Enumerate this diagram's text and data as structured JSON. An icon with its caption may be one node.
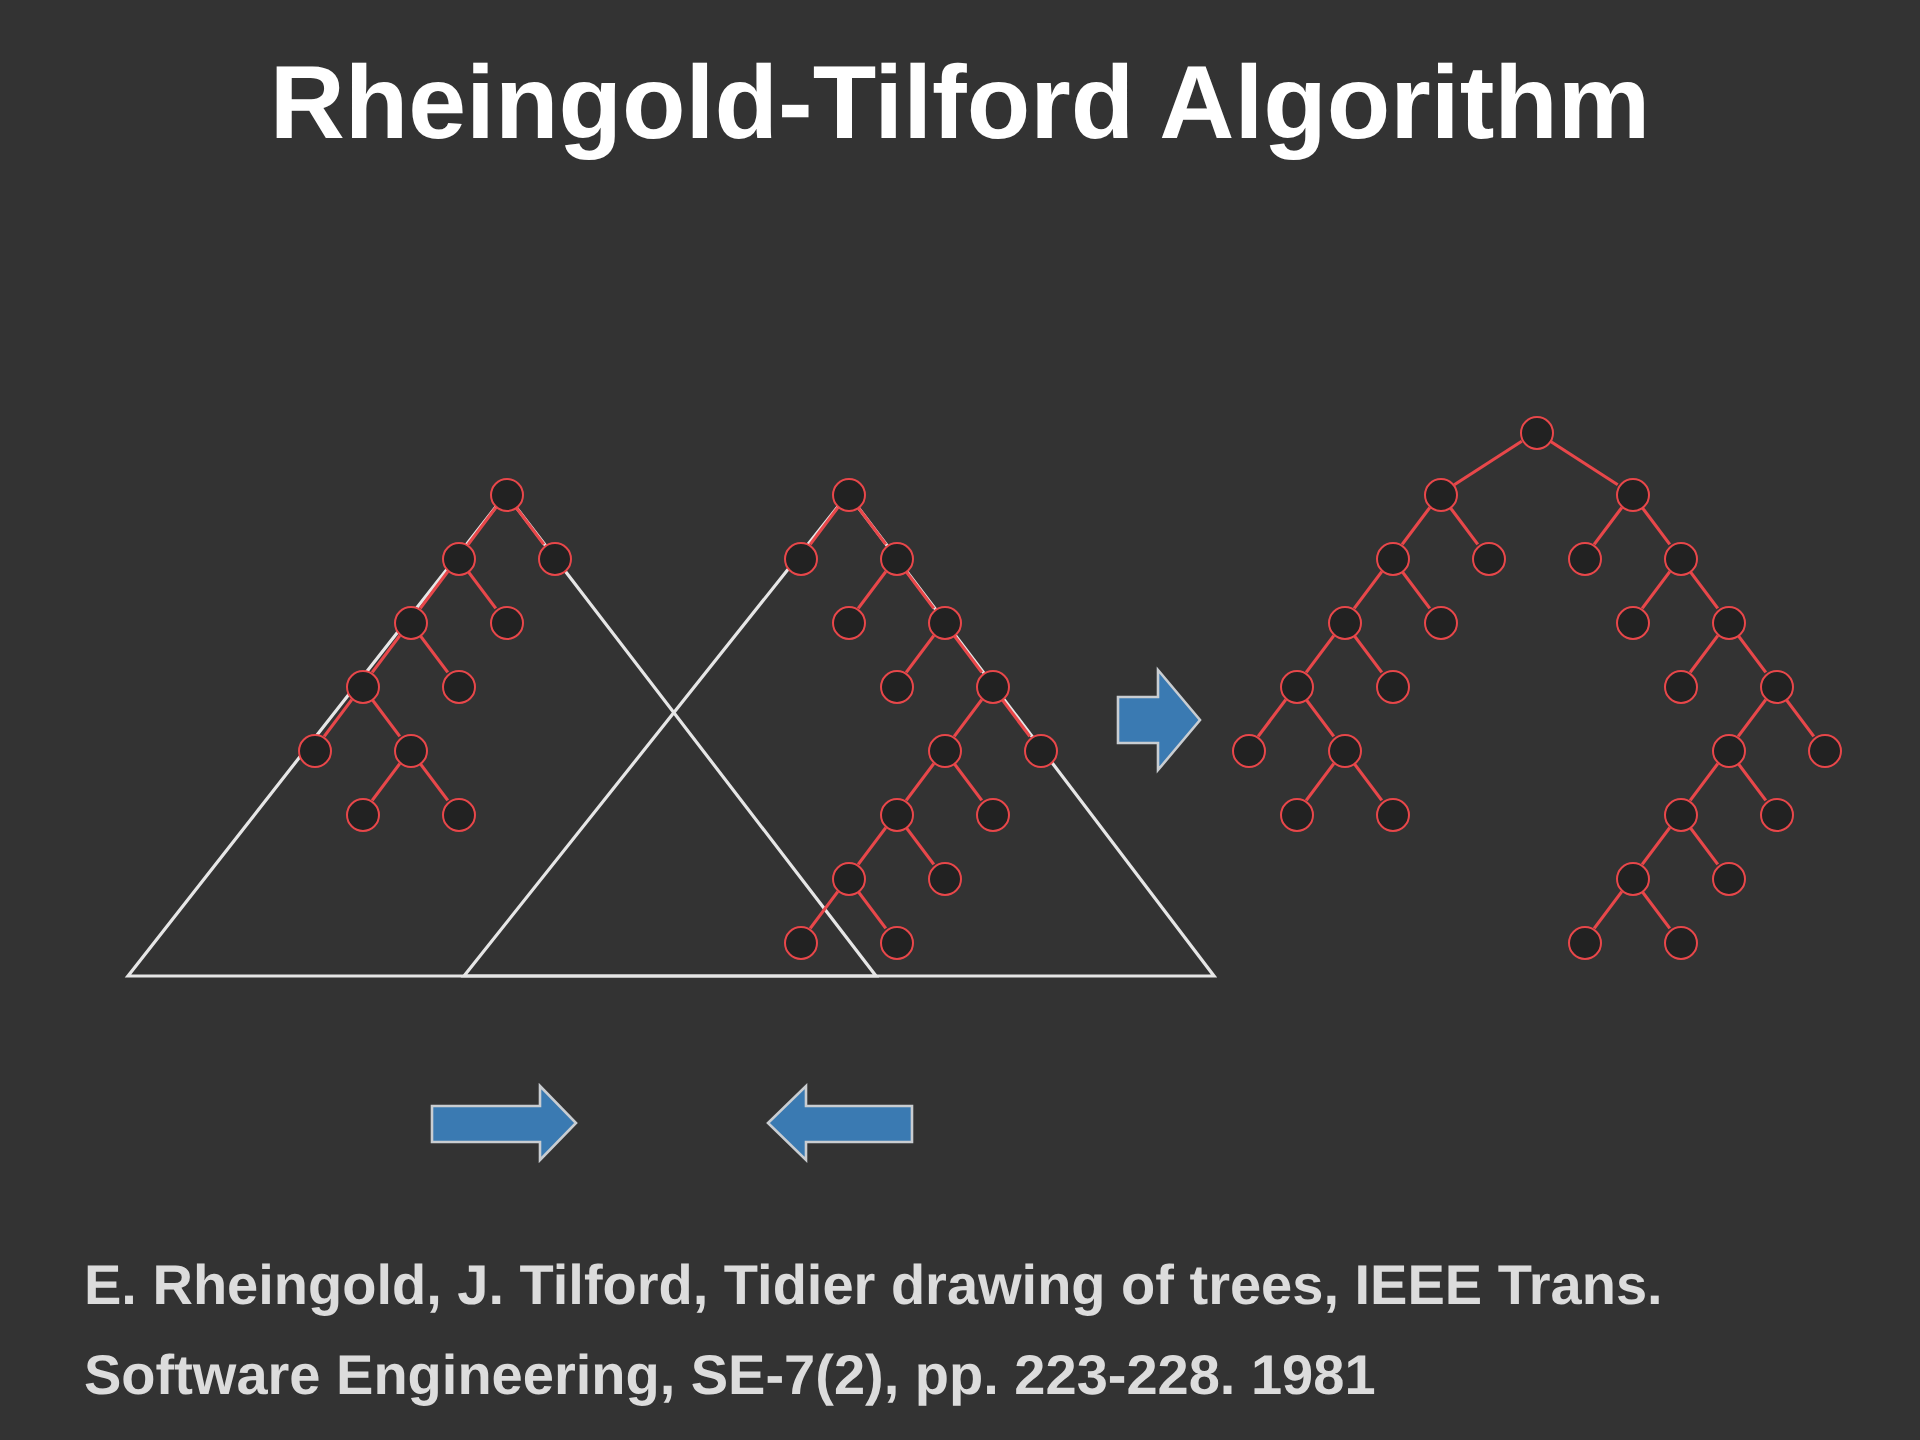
{
  "diagram": {
    "title": "Rheingold-Tilford Algorithm",
    "caption": "E. Rheingold, J. Tilford, Tidier drawing of trees, IEEE Trans. Software Engineering, SE-7(2), pp. 223-228. 1981",
    "nodes": [
      {
        "text": [],
        "shape": "circle"
      },
      {
        "text": [],
        "shape": "circle"
      },
      {
        "text": [],
        "shape": "circle"
      },
      {
        "text": [],
        "shape": "circle"
      },
      {
        "text": [],
        "shape": "circle"
      },
      {
        "text": [],
        "shape": "circle"
      },
      {
        "text": [],
        "shape": "circle"
      },
      {
        "text": [],
        "shape": "circle"
      },
      {
        "text": [],
        "shape": "circle"
      },
      {
        "text": [],
        "shape": "circle"
      },
      {
        "text": [],
        "shape": "circle"
      },
      {
        "text": [],
        "shape": "circle"
      },
      {
        "text": [],
        "shape": "circle"
      },
      {
        "text": [],
        "shape": "circle"
      },
      {
        "text": [],
        "shape": "circle"
      },
      {
        "text": [],
        "shape": "circle"
      },
      {
        "text": [],
        "shape": "circle"
      },
      {
        "text": [],
        "shape": "circle"
      },
      {
        "text": [],
        "shape": "circle"
      },
      {
        "text": [],
        "shape": "circle"
      },
      {
        "text": [],
        "shape": "circle"
      },
      {
        "text": [],
        "shape": "circle"
      },
      {
        "text": [],
        "shape": "circle"
      },
      {
        "text": [],
        "shape": "circle"
      },
      {
        "text": [],
        "shape": "circle"
      },
      {
        "text": [],
        "shape": "circle"
      },
      {
        "text": [],
        "shape": "circle"
      },
      {
        "text": [],
        "shape": "circle"
      },
      {
        "text": [],
        "shape": "circle"
      },
      {
        "text": [],
        "shape": "circle"
      },
      {
        "text": [],
        "shape": "circle"
      },
      {
        "text": [],
        "shape": "circle"
      },
      {
        "text": [],
        "shape": "circle"
      },
      {
        "text": [],
        "shape": "circle"
      },
      {
        "text": [],
        "shape": "circle"
      },
      {
        "text": [],
        "shape": "circle"
      },
      {
        "text": [],
        "shape": "circle"
      },
      {
        "text": [],
        "shape": "circle"
      },
      {
        "text": [],
        "shape": "circle"
      },
      {
        "text": [],
        "shape": "circle"
      },
      {
        "text": [],
        "shape": "circle"
      },
      {
        "text": [],
        "shape": "circle"
      },
      {
        "text": [],
        "shape": "circle"
      },
      {
        "text": [],
        "shape": "circle"
      },
      {
        "text": [],
        "shape": "circle"
      },
      {
        "text": [],
        "shape": "circle"
      },
      {
        "text": [],
        "shape": "circle"
      },
      {
        "text": [],
        "shape": "circle"
      },
      {
        "text": [],
        "shape": "circle"
      },
      {
        "text": [],
        "shape": "circle"
      },
      {
        "text": [],
        "shape": "circle"
      },
      {
        "text": [],
        "shape": "circle"
      },
      {
        "text": [],
        "shape": "circle"
      }
    ],
    "edges": [
      {
        "from": 0,
        "to": 1,
        "arrow": "none"
      },
      {
        "from": 0,
        "to": 2,
        "arrow": "none"
      },
      {
        "from": 1,
        "to": 3,
        "arrow": "none"
      },
      {
        "from": 1,
        "to": 4,
        "arrow": "none"
      },
      {
        "from": 3,
        "to": 5,
        "arrow": "none"
      },
      {
        "from": 3,
        "to": 6,
        "arrow": "none"
      },
      {
        "from": 5,
        "to": 7,
        "arrow": "none"
      },
      {
        "from": 5,
        "to": 8,
        "arrow": "none"
      },
      {
        "from": 8,
        "to": 9,
        "arrow": "none"
      },
      {
        "from": 8,
        "to": 10,
        "arrow": "none"
      },
      {
        "from": 11,
        "to": 12,
        "arrow": "none"
      },
      {
        "from": 11,
        "to": 13,
        "arrow": "none"
      },
      {
        "from": 13,
        "to": 14,
        "arrow": "none"
      },
      {
        "from": 13,
        "to": 15,
        "arrow": "none"
      },
      {
        "from": 15,
        "to": 16,
        "arrow": "none"
      },
      {
        "from": 15,
        "to": 17,
        "arrow": "none"
      },
      {
        "from": 17,
        "to": 18,
        "arrow": "none"
      },
      {
        "from": 17,
        "to": 19,
        "arrow": "none"
      },
      {
        "from": 18,
        "to": 20,
        "arrow": "none"
      },
      {
        "from": 18,
        "to": 21,
        "arrow": "none"
      },
      {
        "from": 20,
        "to": 22,
        "arrow": "none"
      },
      {
        "from": 20,
        "to": 23,
        "arrow": "none"
      },
      {
        "from": 22,
        "to": 24,
        "arrow": "none"
      },
      {
        "from": 22,
        "to": 25,
        "arrow": "none"
      },
      {
        "from": 26,
        "to": 27,
        "arrow": "none"
      },
      {
        "from": 26,
        "to": 28,
        "arrow": "none"
      },
      {
        "from": 27,
        "to": 29,
        "arrow": "none"
      },
      {
        "from": 27,
        "to": 30,
        "arrow": "none"
      },
      {
        "from": 28,
        "to": 31,
        "arrow": "none"
      },
      {
        "from": 28,
        "to": 32,
        "arrow": "none"
      },
      {
        "from": 29,
        "to": 33,
        "arrow": "none"
      },
      {
        "from": 29,
        "to": 34,
        "arrow": "none"
      },
      {
        "from": 32,
        "to": 35,
        "arrow": "none"
      },
      {
        "from": 32,
        "to": 36,
        "arrow": "none"
      },
      {
        "from": 33,
        "to": 37,
        "arrow": "none"
      },
      {
        "from": 33,
        "to": 38,
        "arrow": "none"
      },
      {
        "from": 36,
        "to": 39,
        "arrow": "none"
      },
      {
        "from": 36,
        "to": 40,
        "arrow": "none"
      },
      {
        "from": 37,
        "to": 41,
        "arrow": "none"
      },
      {
        "from": 37,
        "to": 42,
        "arrow": "none"
      },
      {
        "from": 40,
        "to": 43,
        "arrow": "none"
      },
      {
        "from": 40,
        "to": 44,
        "arrow": "none"
      },
      {
        "from": 42,
        "to": 45,
        "arrow": "none"
      },
      {
        "from": 42,
        "to": 46,
        "arrow": "none"
      },
      {
        "from": 43,
        "to": 47,
        "arrow": "none"
      },
      {
        "from": 43,
        "to": 48,
        "arrow": "none"
      },
      {
        "from": 47,
        "to": 49,
        "arrow": "none"
      },
      {
        "from": 47,
        "to": 50,
        "arrow": "none"
      },
      {
        "from": 49,
        "to": 51,
        "arrow": "none"
      },
      {
        "from": 49,
        "to": 52,
        "arrow": "none"
      }
    ]
  }
}
